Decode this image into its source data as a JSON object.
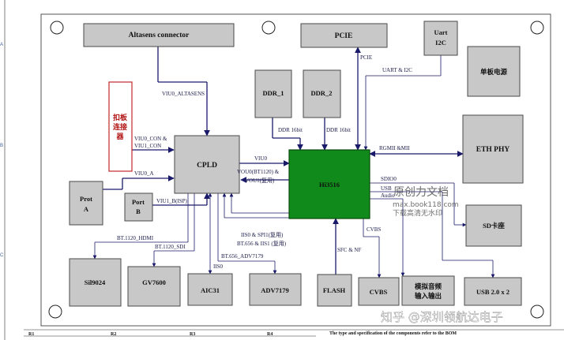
{
  "border_ticks": [
    "A",
    "B",
    "C"
  ],
  "blocks": {
    "altasens": "Altasens connector",
    "pcie": "PCIE",
    "uart_line1": "Uart",
    "uart_line2": "I2C",
    "power": "单板电源",
    "ddr1": "DDR_1",
    "ddr2": "DDR_2",
    "daughter_line1": "扣板",
    "daughter_line2": "连接",
    "daughter_line3": "器",
    "cpld": "CPLD",
    "hi3516": "Hi3516",
    "eth_phy": "ETH PHY",
    "prot_a_line1": "Prot",
    "prot_a_line2": "A",
    "port_b_line1": "Port",
    "port_b_line2": "B",
    "sd_card": "SD卡座",
    "sil9024": "Sil9024",
    "gv7600": "GV7600",
    "aic31": "AIC31",
    "adv7179": "ADV7179",
    "flash": "FLASH",
    "cvbs": "CVBS",
    "audio_line1": "模拟音频",
    "audio_line2": "输入输出",
    "usb": "USB 2.0 x 2"
  },
  "wires": {
    "viu0_altasens": "VIU0_ALTASENS",
    "pcie_label": "PCIE",
    "uart_i2c": "UART & I2C",
    "ddr16_1": "DDR 16bit",
    "ddr16_2": "DDR 16bit",
    "viu0_con": "VIU0_CON &",
    "viu1_con": "VIU1_CON",
    "viu0": "VIU0",
    "rgmii": "RGMII &MII",
    "vou0": "VOU0(BT1120) &",
    "vou1": "VOU1(复用)",
    "viu0_a": "VIU0_A",
    "sdio0": "SDIO0",
    "usb_partial": "USB",
    "audio_partial": "Audio",
    "viu1_b": "VIU1_B(ISP)",
    "cvbs_label": "CVBS",
    "iis0_spi": "IIS0 & SPI1(复用)",
    "bt656_iis1": "BT.656 & IIS1 (复用)",
    "bt1120_hdmi": "BT.1120_HDMI",
    "bt1120_sdi": "BT.1120_SDI",
    "sfc_nf": "SFC & NF",
    "bt656_adv": "BT.656_ADV7179",
    "iis0": "IIS0"
  },
  "watermark": {
    "brand": "原创力文档",
    "site": "max.book118.com",
    "slogan": "下载高清无水印",
    "author": "知乎 @深圳领航达电子"
  },
  "footer": {
    "caption": "The type and specification of the components refer to the BOM",
    "col_labels": [
      "R1",
      "R2",
      "R3",
      "R4"
    ]
  }
}
